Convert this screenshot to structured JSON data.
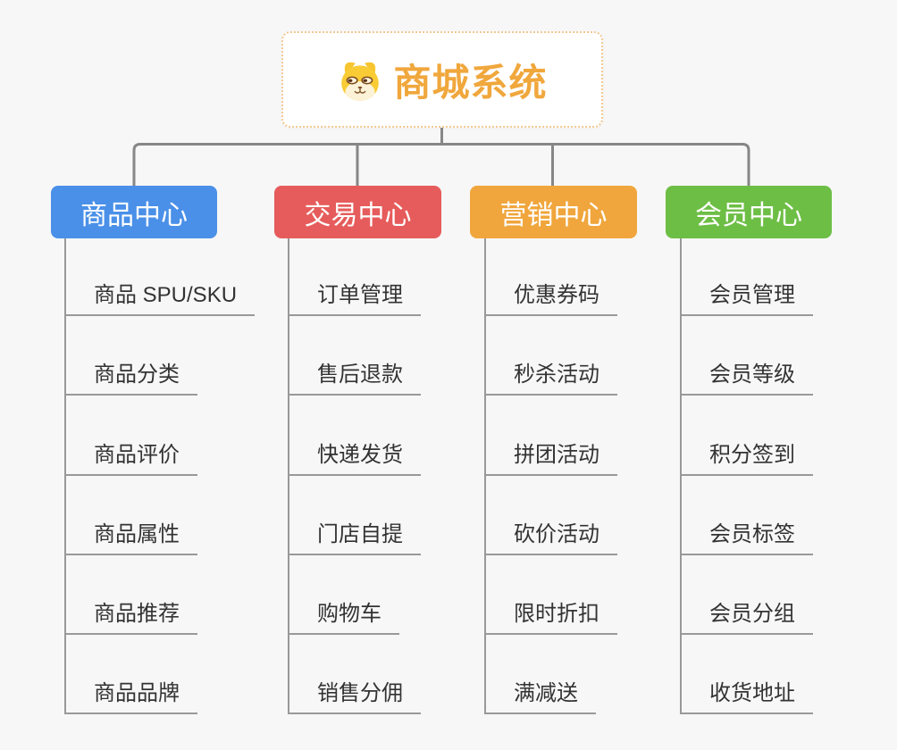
{
  "root": {
    "title": "商城系统",
    "icon": "dog-face-icon",
    "title_color": "#F0A73C",
    "border_color": "#F2C892"
  },
  "branches": [
    {
      "label": "商品中心",
      "color": "#4A90E8",
      "items": [
        "商品 SPU/SKU",
        "商品分类",
        "商品评价",
        "商品属性",
        "商品推荐",
        "商品品牌"
      ]
    },
    {
      "label": "交易中心",
      "color": "#E65C5C",
      "items": [
        "订单管理",
        "售后退款",
        "快递发货",
        "门店自提",
        "购物车",
        "销售分佣"
      ]
    },
    {
      "label": "营销中心",
      "color": "#F0A63C",
      "items": [
        "优惠券码",
        "秒杀活动",
        "拼团活动",
        "砍价活动",
        "限时折扣",
        "满减送"
      ]
    },
    {
      "label": "会员中心",
      "color": "#6DBE45",
      "items": [
        "会员管理",
        "会员等级",
        "积分签到",
        "会员标签",
        "会员分组",
        "收货地址"
      ]
    }
  ],
  "colors": {
    "background": "#F7F7F7",
    "connector": "#878787",
    "child_line": "#999999",
    "item_text": "#333333",
    "node_text": "#FFFFFF"
  }
}
